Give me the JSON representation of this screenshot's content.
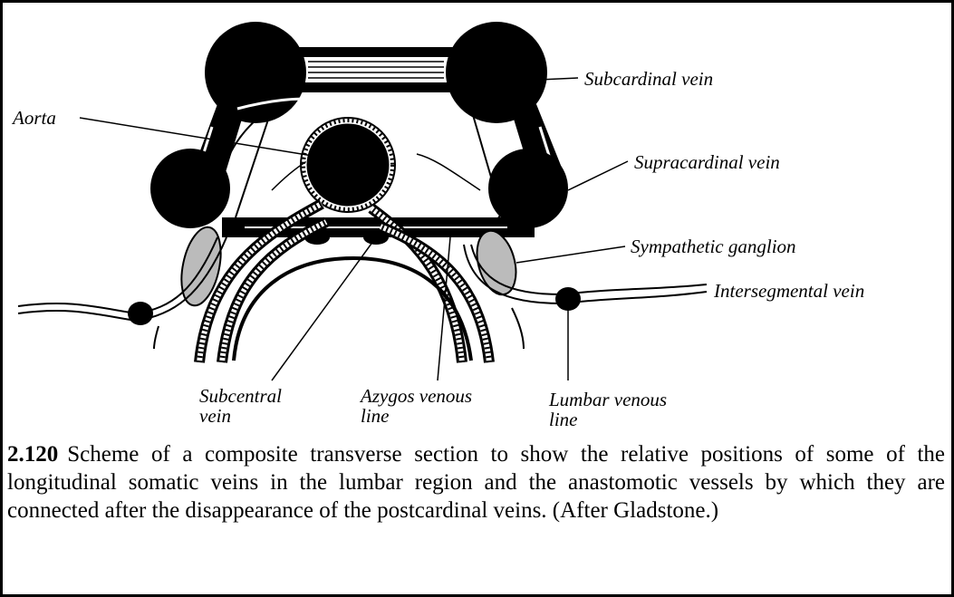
{
  "labels": {
    "subcardinal": "Subcardinal vein",
    "aorta": "Aorta",
    "supracardinal": "Supracardinal vein",
    "sympathetic": "Sympathetic ganglion",
    "intersegmental": "Intersegmental vein",
    "subcentral_1": "Subcentral",
    "subcentral_2": "vein",
    "azygos_1": "Azygos venous",
    "azygos_2": "line",
    "lumbar_1": "Lumbar venous",
    "lumbar_2": "line"
  },
  "caption": {
    "number": "2.120",
    "text": "Scheme of a composite transverse section to show the relative positions of some of the longitudinal somatic veins in the lumbar region and the anastomotic vessels by which they are connected after the disappearance of the postcardinal veins. (After Gladstone.)"
  }
}
